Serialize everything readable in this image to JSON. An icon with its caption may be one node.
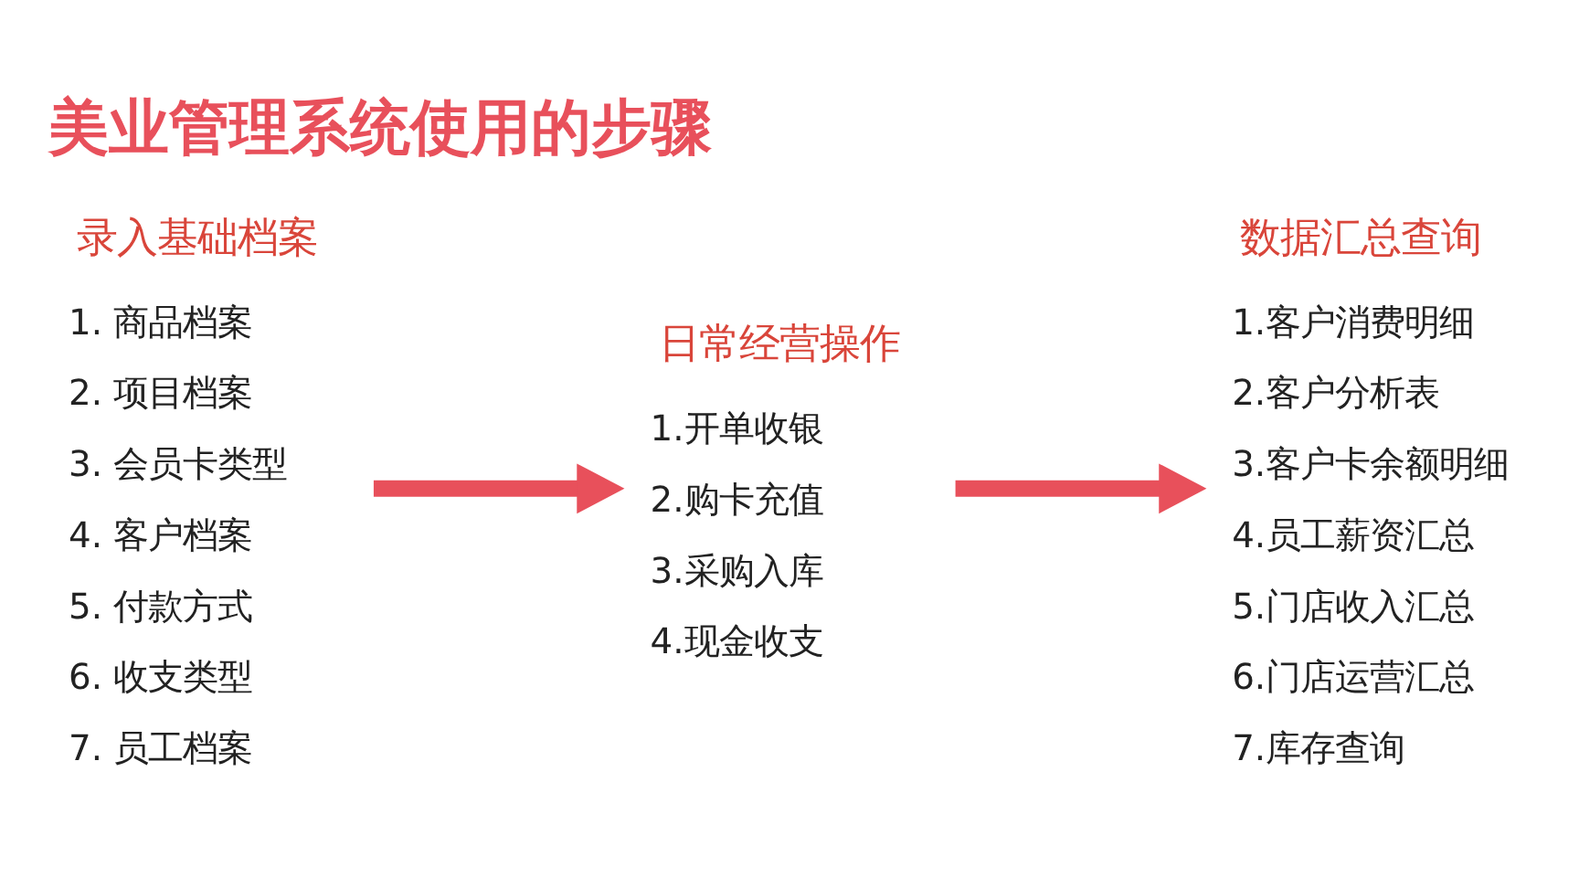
{
  "diagram": {
    "title": "美业管理系统使用的步骤",
    "nodes": [
      {
        "text": [
          "录入基础档案",
          "1. 商品档案",
          "2. 项目档案",
          "3. 会员卡类型",
          "4. 客户档案",
          "5. 付款方式",
          "6. 收支类型",
          "7. 员工档案"
        ]
      },
      {
        "text": [
          "日常经营操作",
          "1.开单收银",
          "2.购卡充值",
          "3.采购入库",
          "4.现金收支"
        ]
      },
      {
        "text": [
          "数据汇总查询",
          "1.客户消费明细",
          "2.客户分析表",
          "3.客户卡余额明细",
          "4.员工薪资汇总",
          "5.门店收入汇总",
          "6.门店运营汇总",
          "7.库存查询"
        ]
      }
    ],
    "edges": [
      {
        "from": 0,
        "to": 1,
        "arrow": "to"
      },
      {
        "from": 1,
        "to": 2,
        "arrow": "to"
      }
    ]
  }
}
